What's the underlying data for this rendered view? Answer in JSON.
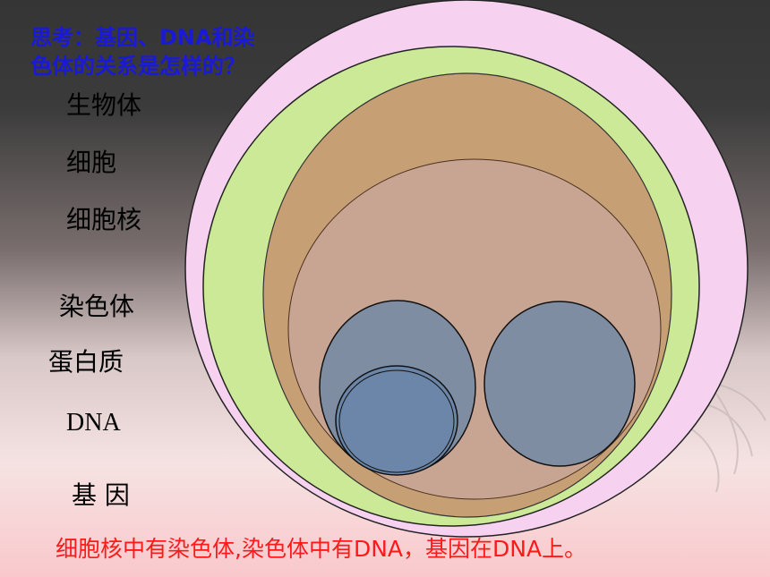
{
  "question": {
    "line1": "思考：基因、DNA和染",
    "line2": "色体的关系是怎样的？"
  },
  "labels": {
    "organism": "生物体",
    "cell": "细胞",
    "nucleus": "细胞核",
    "chromosome": "染色体",
    "protein": "蛋白质",
    "dna": "DNA",
    "gene": "基 因"
  },
  "conclusion": "细胞核中有染色体,染色体中有DNA，基因在DNA上。",
  "colors": {
    "organism_circle": "#f6d2f0",
    "cell_circle": "#cbe996",
    "cytoplasm_circle": "#c79f74",
    "nucleus_circle": "#c8a492",
    "chromosome_circle": "#7f8da2",
    "gene_circle": "#6b86a8",
    "question_text": "#1a1ad6",
    "conclusion_text": "#ff1a1a"
  }
}
